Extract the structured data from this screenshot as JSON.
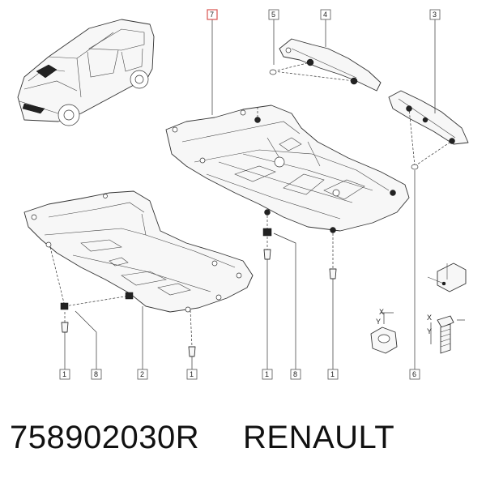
{
  "callouts": {
    "c7": "7",
    "c5": "5",
    "c4": "4",
    "c3": "3",
    "c1a": "1",
    "c8a": "8",
    "c2": "2",
    "c1b": "1",
    "c1c": "1",
    "c8b": "8",
    "c1d": "1",
    "c6": "6"
  },
  "fastener_marks": {
    "x1": "X",
    "y1": "Y",
    "x2": "X",
    "y2": "Y"
  },
  "caption": {
    "part_number": "758902030R",
    "brand": "RENAULT"
  },
  "colors": {
    "highlight_callout": "#d9534f",
    "line": "#333333"
  }
}
